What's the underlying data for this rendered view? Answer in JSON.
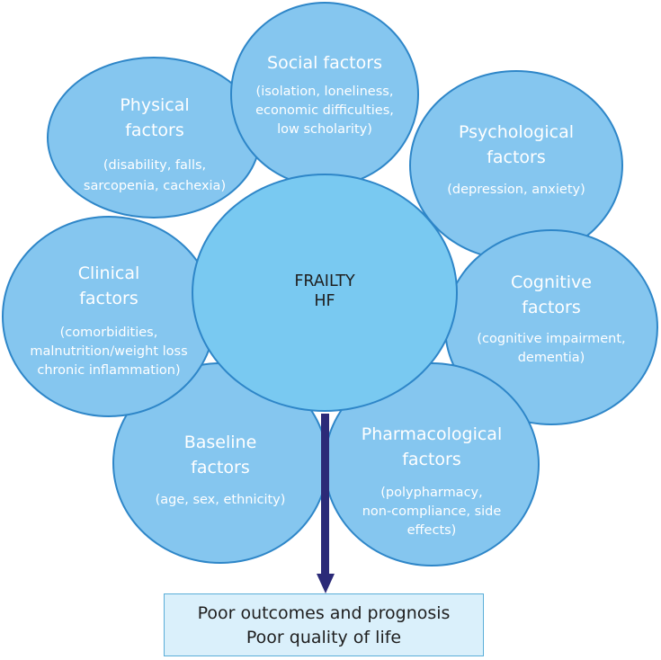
{
  "factors": {
    "physical": {
      "title_line1": "Physical",
      "title_line2": "factors",
      "detail_line1": "(disability, falls,",
      "detail_line2": "sarcopenia, cachexia)"
    },
    "social": {
      "title_line1": "Social factors",
      "detail_line1": "(isolation, loneliness,",
      "detail_line2": "economic difficulties,",
      "detail_line3": "low scholarity)"
    },
    "psychological": {
      "title_line1": "Psychological",
      "title_line2": "factors",
      "detail_line1": "(depression, anxiety)"
    },
    "clinical": {
      "title_line1": "Clinical",
      "title_line2": "factors",
      "detail_line1": "(comorbidities,",
      "detail_line2": "malnutrition/weight loss",
      "detail_line3": "chronic inflammation)"
    },
    "cognitive": {
      "title_line1": "Cognitive",
      "title_line2": "factors",
      "detail_line1": "(cognitive impairment,",
      "detail_line2": "dementia)"
    },
    "baseline": {
      "title_line1": "Baseline",
      "title_line2": "factors",
      "detail_line1": "(age, sex, ethnicity)"
    },
    "pharmacological": {
      "title_line1": "Pharmacological",
      "title_line2": "factors",
      "detail_line1": "(polypharmacy,",
      "detail_line2": "non-compliance, side",
      "detail_line3": "effects)"
    }
  },
  "center": {
    "line1": "FRAILTY",
    "line2": "HF"
  },
  "outcome": {
    "line1": "Poor outcomes and prognosis",
    "line2": "Poor quality of life"
  },
  "colors": {
    "petal_fill": "#85c6ef",
    "center_fill": "#79c9f1",
    "outline": "#2e86c8",
    "arrow": "#2b2a78",
    "outcome_fill": "#daf0fb"
  }
}
